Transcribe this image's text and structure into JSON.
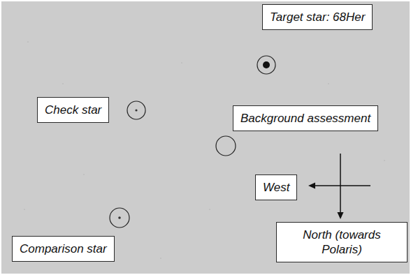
{
  "diagram": {
    "nodes": [
      {
        "text": [
          "Target star: 68Her"
        ]
      },
      {
        "text": [
          "Check star"
        ]
      },
      {
        "text": [
          "Background assessment"
        ]
      },
      {
        "text": [
          "West"
        ]
      },
      {
        "text": [
          "North (towards Polaris)"
        ]
      },
      {
        "text": [
          "Comparison star"
        ]
      }
    ]
  }
}
